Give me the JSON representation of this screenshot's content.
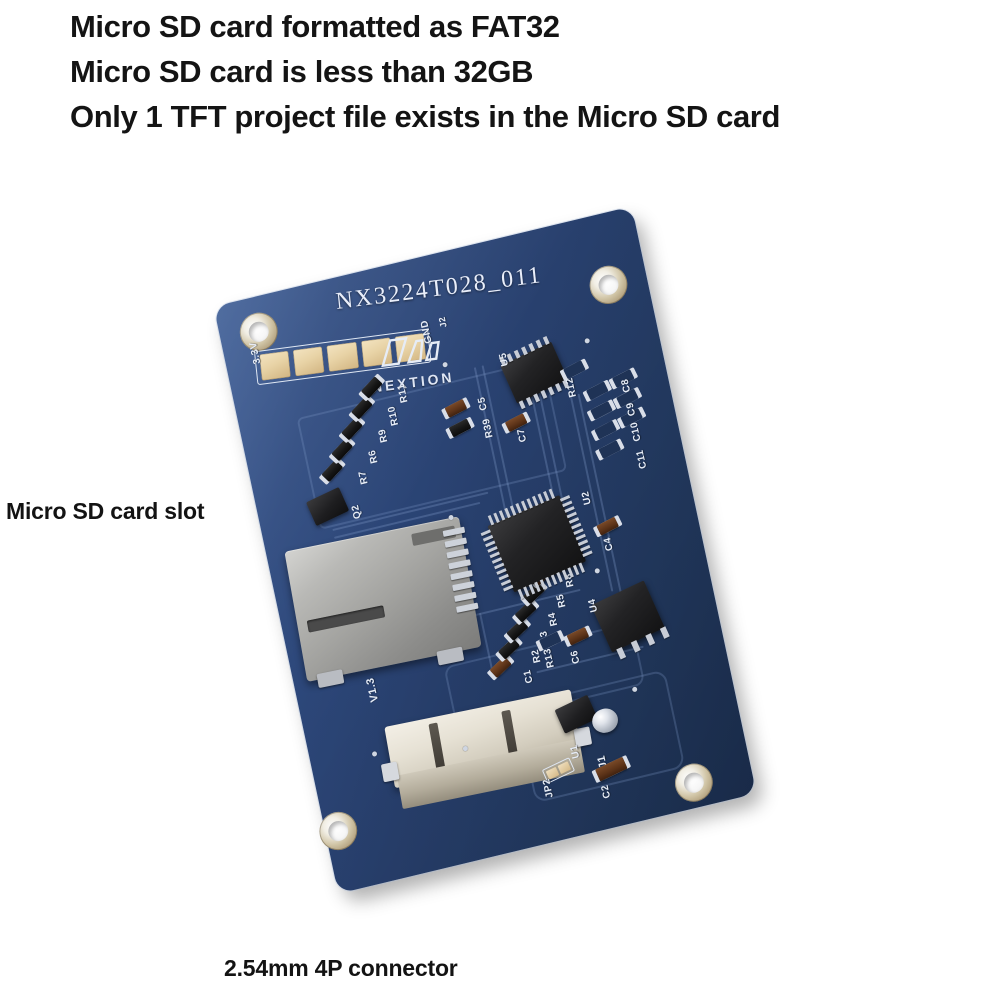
{
  "requirements": {
    "lines": [
      "Micro SD card formatted as FAT32",
      "Micro SD card is less than 32GB",
      "Only 1 TFT project file exists in the Micro SD card"
    ]
  },
  "callouts": {
    "sd_card_slot": "Micro SD card slot",
    "connector": "2.54mm 4P connector"
  },
  "board": {
    "model": "NX3224T028_011",
    "brand": "NEXTION",
    "color": "#28406e",
    "solder_mask_hex": "#2a4271",
    "pad_gold_hex": "#e8d3a6",
    "silkscreen_hex": "#e6ecf6",
    "header": {
      "designator": "J2",
      "pin_count": 5,
      "first_pin_label": "3.3V",
      "last_pin_label": "GND"
    },
    "sd_slot": {
      "designator": "V1.3",
      "body_color": "#a3a3a0"
    },
    "connector": {
      "designator": "J1",
      "pitch": "2.54mm",
      "positions": "4P",
      "housing_color": "#e6e1d4"
    },
    "silkscreen_refs": {
      "resistors_left": [
        "R7",
        "R6",
        "R9",
        "R10",
        "R11"
      ],
      "resistors_mid": [
        "C1",
        "R2",
        "R3",
        "R4",
        "R5",
        "R8"
      ],
      "caps_right": [
        "C8",
        "C9",
        "C10",
        "C11"
      ],
      "misc": [
        "Q2",
        "C5",
        "R39",
        "C7",
        "R12",
        "C4",
        "R13",
        "C6",
        "C2",
        "C3",
        "JP2"
      ],
      "ics": [
        "U5",
        "U2",
        "U4",
        "U1"
      ]
    }
  }
}
